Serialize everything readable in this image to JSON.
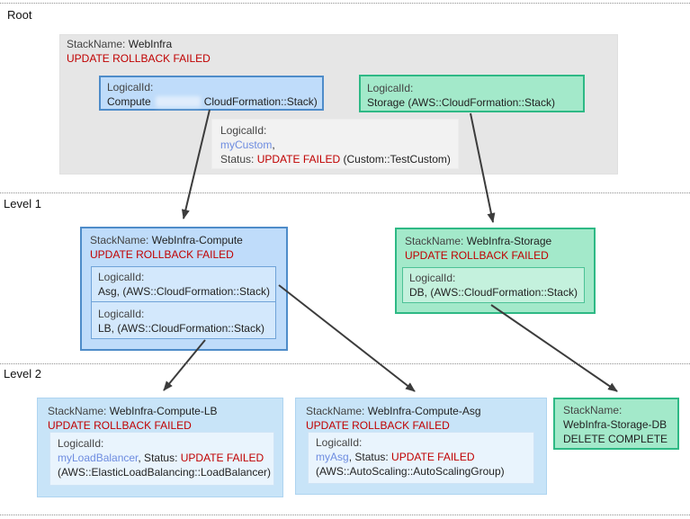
{
  "sections": {
    "root": "Root",
    "level1": "Level 1",
    "level2": "Level 2"
  },
  "labels": {
    "stackname": "StackName:",
    "logicalid": "LogicalId:",
    "status_prefix": "Status:"
  },
  "root_stack": {
    "name": "WebInfra",
    "status": "UPDATE ROLLBACK FAILED",
    "compute": {
      "name": "Compute",
      "type_suffix": "CloudFormation::Stack)"
    },
    "storage": {
      "text": "Storage (AWS::CloudFormation::Stack)"
    },
    "tooltip": {
      "name": "myCustom",
      "comma": ",",
      "status": "UPDATE FAILED",
      "type": "(Custom::TestCustom)"
    }
  },
  "level1": {
    "compute": {
      "name": "WebInfra-Compute",
      "status": "UPDATE ROLLBACK FAILED",
      "resources": [
        {
          "text": "Asg, (AWS::CloudFormation::Stack)"
        },
        {
          "text": "LB,  (AWS::CloudFormation::Stack)"
        }
      ]
    },
    "storage": {
      "name": "WebInfra-Storage",
      "status": "UPDATE ROLLBACK FAILED",
      "resource": {
        "text": "DB, (AWS::CloudFormation::Stack)"
      }
    }
  },
  "level2": {
    "lb": {
      "name": "WebInfra-Compute-LB",
      "status": "UPDATE ROLLBACK FAILED",
      "resource": {
        "name": "myLoadBalancer",
        "mid": ", Status: ",
        "status": "UPDATE FAILED",
        "type": "(AWS::ElasticLoadBalancing::LoadBalancer)"
      }
    },
    "asg": {
      "name": "WebInfra-Compute-Asg",
      "status": "UPDATE ROLLBACK FAILED",
      "resource": {
        "name": "myAsg",
        "mid": ", Status: ",
        "status": "UPDATE FAILED",
        "type": "(AWS::AutoScaling::AutoScalingGroup)"
      }
    },
    "storage_db": {
      "name": "WebInfra-Storage-DB",
      "status": "DELETE COMPLETE"
    }
  },
  "colors": {
    "blue_fill": "#bfdcfa",
    "blue_border": "#4e8cc9",
    "green_fill": "#a3e9ca",
    "green_border": "#2eb985",
    "status_red": "#c00000",
    "resource_blue": "#6d8ce0",
    "container_gray": "#e6e6e6",
    "arrow": "#3c3c3c"
  }
}
